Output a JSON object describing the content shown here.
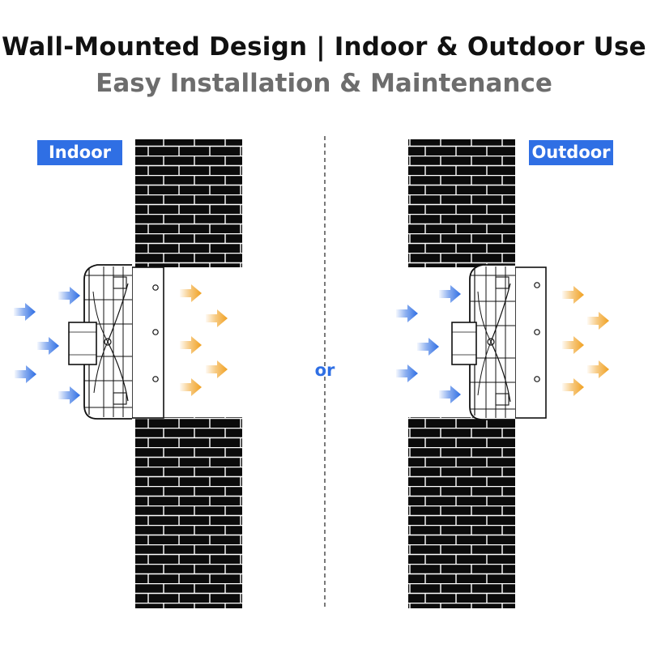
{
  "header": {
    "title": "Wall-Mounted Design | Indoor & Outdoor Use",
    "subtitle": "Easy Installation & Maintenance"
  },
  "panels": {
    "left": {
      "label": "Indoor"
    },
    "right": {
      "label": "Outdoor"
    }
  },
  "separator": {
    "label": "or"
  },
  "colors": {
    "accent_blue": "#2f6fe4",
    "arrow_blue": "#2d6de3",
    "arrow_orange": "#f0a020",
    "brick_wall": "#0b0b0b",
    "subtitle_gray": "#6d6d6d"
  },
  "icons": [
    "blue-airflow-arrow-icon",
    "orange-airflow-arrow-icon",
    "exhaust-fan-icon",
    "brick-wall-icon"
  ]
}
